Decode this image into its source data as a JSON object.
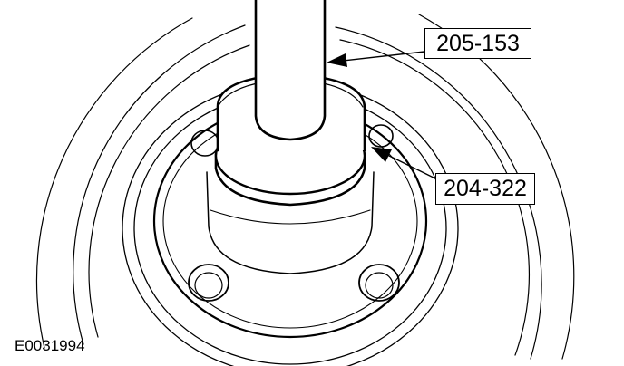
{
  "figure_id": "E0031994",
  "callouts": [
    {
      "label": "205-153"
    },
    {
      "label": "204-322"
    }
  ],
  "colors": {
    "line": "#000000",
    "background": "#ffffff"
  }
}
